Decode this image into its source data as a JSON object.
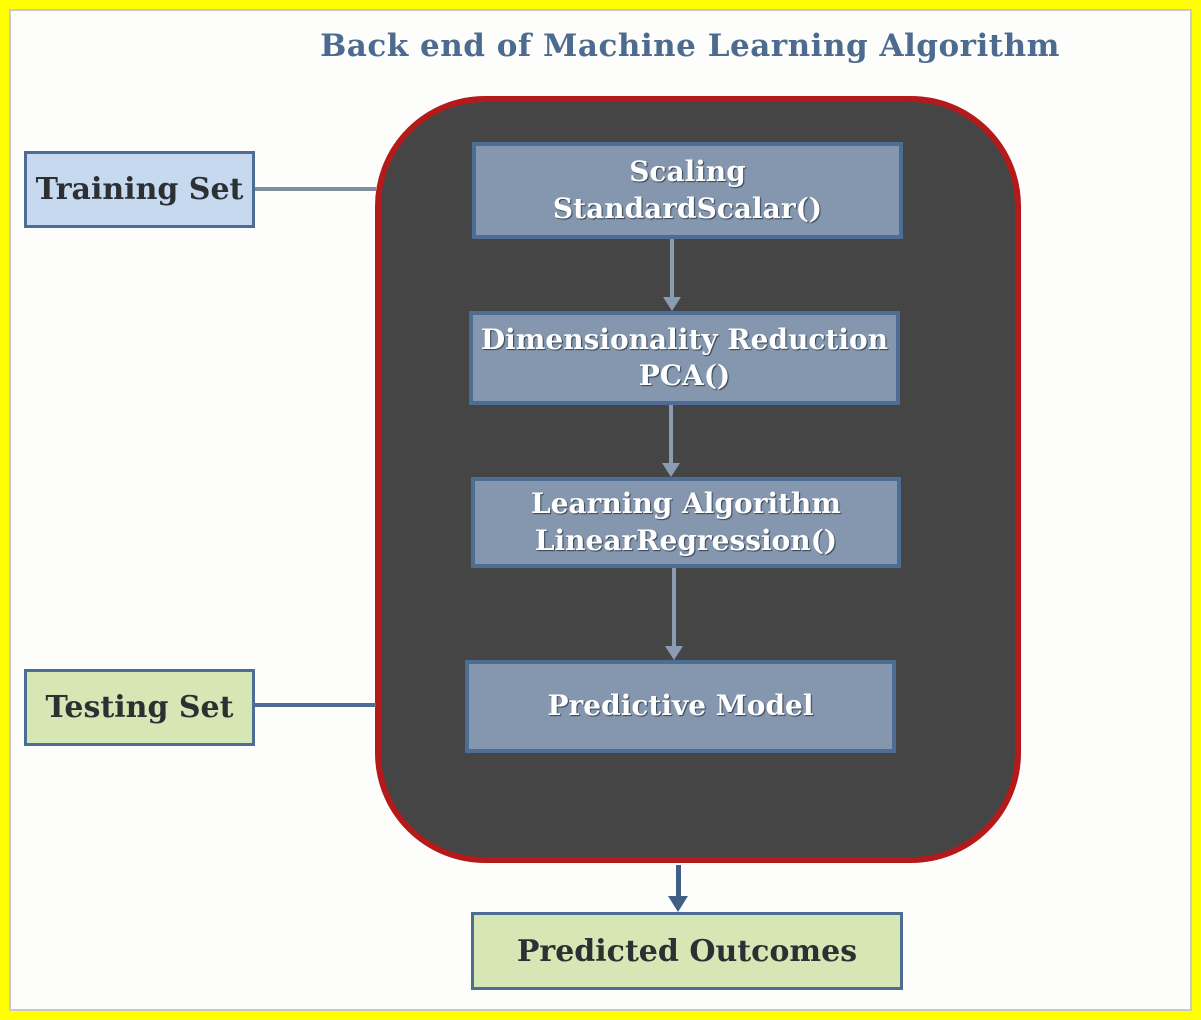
{
  "title": "Back end of Machine Learning Algorithm",
  "inputs": {
    "training": "Training Set",
    "testing": "Testing Set"
  },
  "pipeline": [
    {
      "line1": "Scaling",
      "line2": "StandardScalar()"
    },
    {
      "line1": "Dimensionality Reduction",
      "line2": "PCA()"
    },
    {
      "line1": "Learning Algorithm",
      "line2": "LinearRegression()"
    },
    {
      "line1": "Predictive Model"
    }
  ],
  "output": "Predicted Outcomes",
  "colors": {
    "frame_border": "#ffff00",
    "title": "#4d6b8f",
    "container_fill": "#454545",
    "container_border": "#b51a1a",
    "step_fill": "#8597ae",
    "step_border": "#4e6d94",
    "training_fill": "#c6d9ee",
    "testing_fill": "#d6e6b4",
    "output_fill": "#d6e6b4"
  }
}
